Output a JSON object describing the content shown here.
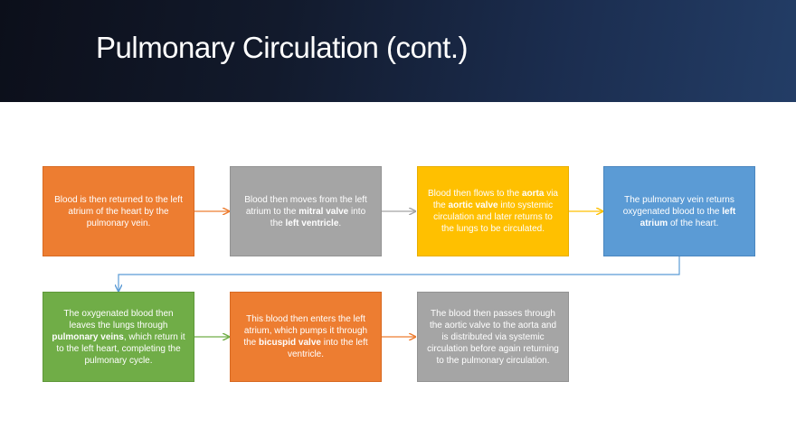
{
  "slide": {
    "title": "Pulmonary Circulation (cont.)"
  },
  "steps": [
    {
      "parts": [
        {
          "t": "Blood is then returned to the left atrium of the heart by the pulmonary vein."
        }
      ]
    },
    {
      "parts": [
        {
          "t": "Blood then moves from the left atrium to the "
        },
        {
          "t": "mitral valve",
          "b": true
        },
        {
          "t": " into the "
        },
        {
          "t": "left ventricle",
          "b": true
        },
        {
          "t": "."
        }
      ]
    },
    {
      "parts": [
        {
          "t": "Blood then flows to the "
        },
        {
          "t": "aorta",
          "b": true
        },
        {
          "t": " via the "
        },
        {
          "t": "aortic valve",
          "b": true
        },
        {
          "t": " into systemic circulation and later returns to the lungs to be circulated."
        }
      ]
    },
    {
      "parts": [
        {
          "t": "The pulmonary vein returns oxygenated blood to the "
        },
        {
          "t": "left atrium",
          "b": true
        },
        {
          "t": " of the heart."
        }
      ]
    },
    {
      "parts": [
        {
          "t": "The oxygenated blood then leaves the lungs through "
        },
        {
          "t": "pulmonary veins",
          "b": true
        },
        {
          "t": ", which return it to the left heart, completing the pulmonary cycle."
        }
      ]
    },
    {
      "parts": [
        {
          "t": "This blood then enters the left atrium, which pumps it through the "
        },
        {
          "t": "bicuspid valve",
          "b": true
        },
        {
          "t": " into the left ventricle."
        }
      ]
    },
    {
      "parts": [
        {
          "t": "The blood then passes through the aortic valve to the aorta and is distributed via systemic circulation before again returning to the pulmonary circulation."
        }
      ]
    }
  ],
  "colors": {
    "orange": "#ed7d31",
    "grey": "#a5a5a5",
    "gold": "#ffc000",
    "blue": "#5b9bd5",
    "green": "#70ad47"
  }
}
